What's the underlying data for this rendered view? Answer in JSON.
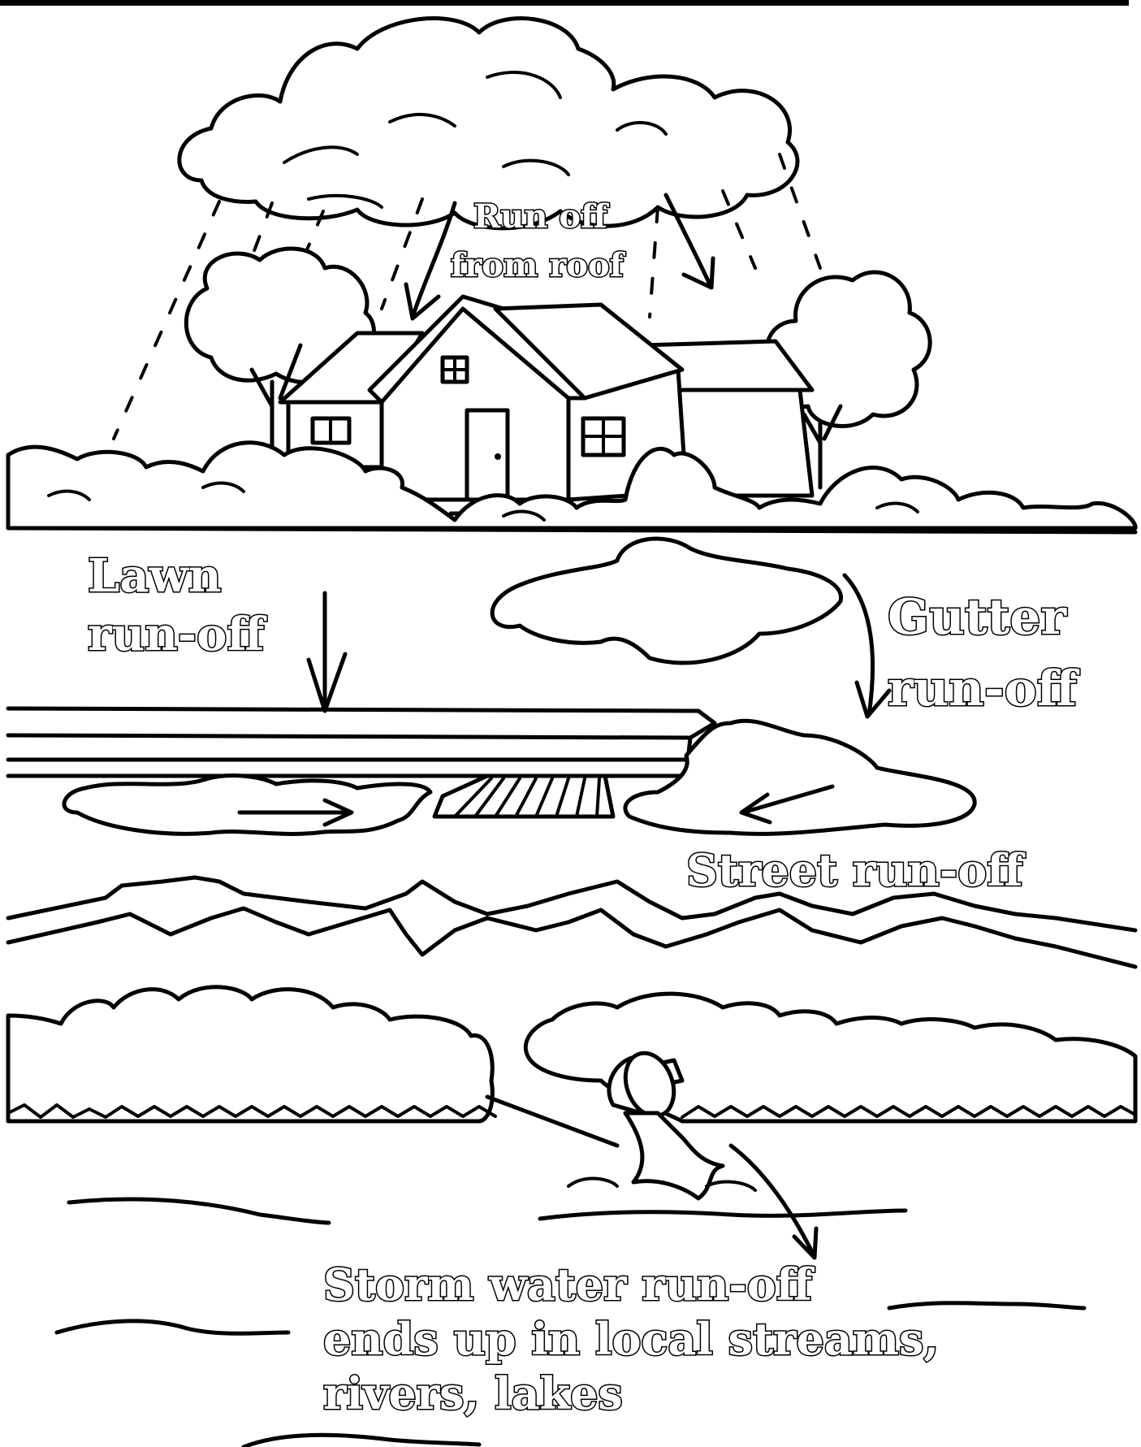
{
  "labels": {
    "roof_line1": "Run off",
    "roof_line2": "from roof",
    "lawn_line1": "Lawn",
    "lawn_line2": "run-off",
    "gutter_line1": "Gutter",
    "gutter_line2": "run-off",
    "street": "Street run-off",
    "storm_line1": "Storm water run-off",
    "storm_line2": "ends up in local streams,",
    "storm_line3": "rivers, lakes"
  },
  "colors": {
    "ink": "#000000",
    "paper": "#ffffff"
  }
}
